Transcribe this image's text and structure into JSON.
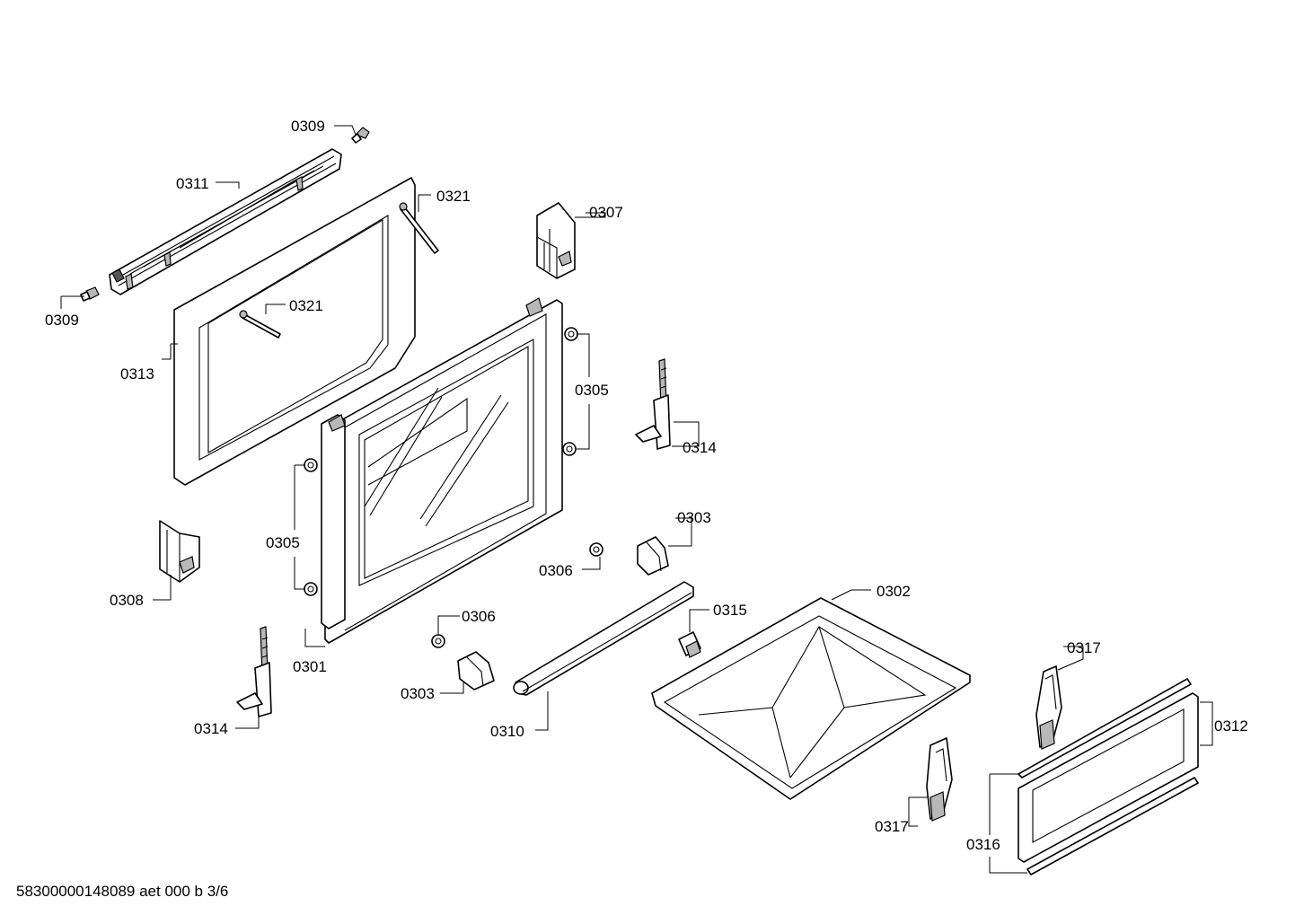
{
  "labels": {
    "l0309a": "0309",
    "l0311": "0311",
    "l0321a": "0321",
    "l0307": "0307",
    "l0309b": "0309",
    "l0321b": "0321",
    "l0313": "0313",
    "l0305a": "0305",
    "l0314a": "0314",
    "l0305b": "0305",
    "l0303a": "0303",
    "l0306a": "0306",
    "l0308": "0308",
    "l0302": "0302",
    "l0315": "0315",
    "l0306b": "0306",
    "l0301": "0301",
    "l0317a": "0317",
    "l0303b": "0303",
    "l0312": "0312",
    "l0314b": "0314",
    "l0310": "0310",
    "l0317b": "0317",
    "l0316": "0316"
  },
  "footer": "58300000148089 aet 000 b 3/6"
}
